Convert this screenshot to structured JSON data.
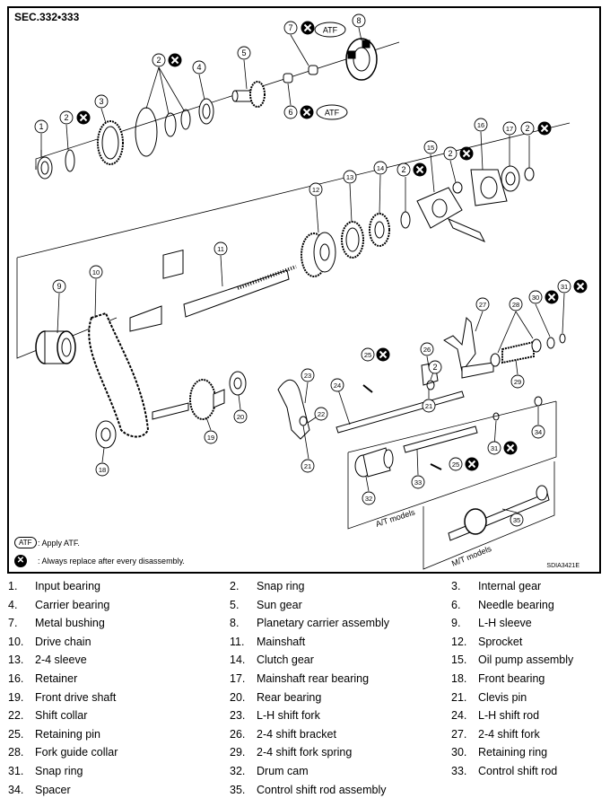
{
  "section_label": "SEC.332•333",
  "diagram_code": "SDIA3421E",
  "tags": {
    "atf": "ATF"
  },
  "icons": {
    "replace": "x-circle-icon",
    "atf": "atf-pill-icon"
  },
  "legend": [
    {
      "symbol": "ATF",
      "text": ": Apply ATF."
    },
    {
      "symbol": "x-circle",
      "text": ": Always replace after every disassembly."
    }
  ],
  "group_labels": {
    "at_models": "A/T models",
    "mt_models": "M/T models"
  },
  "callouts": [
    "1",
    "2",
    "3",
    "4",
    "5",
    "6",
    "7",
    "8",
    "9",
    "10",
    "11",
    "12",
    "13",
    "14",
    "15",
    "16",
    "17",
    "18",
    "19",
    "20",
    "21",
    "22",
    "23",
    "24",
    "25",
    "26",
    "27",
    "28",
    "29",
    "30",
    "31",
    "32",
    "33",
    "34",
    "35"
  ],
  "parts": [
    {
      "num": "1.",
      "name": "Input bearing"
    },
    {
      "num": "2.",
      "name": "Snap ring"
    },
    {
      "num": "3.",
      "name": "Internal gear"
    },
    {
      "num": "4.",
      "name": "Carrier bearing"
    },
    {
      "num": "5.",
      "name": "Sun gear"
    },
    {
      "num": "6.",
      "name": "Needle bearing"
    },
    {
      "num": "7.",
      "name": "Metal bushing"
    },
    {
      "num": "8.",
      "name": "Planetary carrier assembly"
    },
    {
      "num": "9.",
      "name": "L-H sleeve"
    },
    {
      "num": "10.",
      "name": "Drive chain"
    },
    {
      "num": "11.",
      "name": "Mainshaft"
    },
    {
      "num": "12.",
      "name": "Sprocket"
    },
    {
      "num": "13.",
      "name": "2-4 sleeve"
    },
    {
      "num": "14.",
      "name": "Clutch gear"
    },
    {
      "num": "15.",
      "name": "Oil pump assembly"
    },
    {
      "num": "16.",
      "name": "Retainer"
    },
    {
      "num": "17.",
      "name": "Mainshaft rear bearing"
    },
    {
      "num": "18.",
      "name": "Front bearing"
    },
    {
      "num": "19.",
      "name": "Front drive shaft"
    },
    {
      "num": "20.",
      "name": "Rear bearing"
    },
    {
      "num": "21.",
      "name": "Clevis pin"
    },
    {
      "num": "22.",
      "name": "Shift collar"
    },
    {
      "num": "23.",
      "name": "L-H shift fork"
    },
    {
      "num": "24.",
      "name": "L-H shift rod"
    },
    {
      "num": "25.",
      "name": "Retaining pin"
    },
    {
      "num": "26.",
      "name": "2-4 shift bracket"
    },
    {
      "num": "27.",
      "name": "2-4 shift fork"
    },
    {
      "num": "28.",
      "name": "Fork guide collar"
    },
    {
      "num": "29.",
      "name": "2-4 shift fork spring"
    },
    {
      "num": "30.",
      "name": "Retaining ring"
    },
    {
      "num": "31.",
      "name": "Snap ring"
    },
    {
      "num": "32.",
      "name": "Drum cam"
    },
    {
      "num": "33.",
      "name": "Control shift rod"
    },
    {
      "num": "34.",
      "name": "Spacer"
    },
    {
      "num": "35.",
      "name": "Control shift rod assembly"
    }
  ]
}
